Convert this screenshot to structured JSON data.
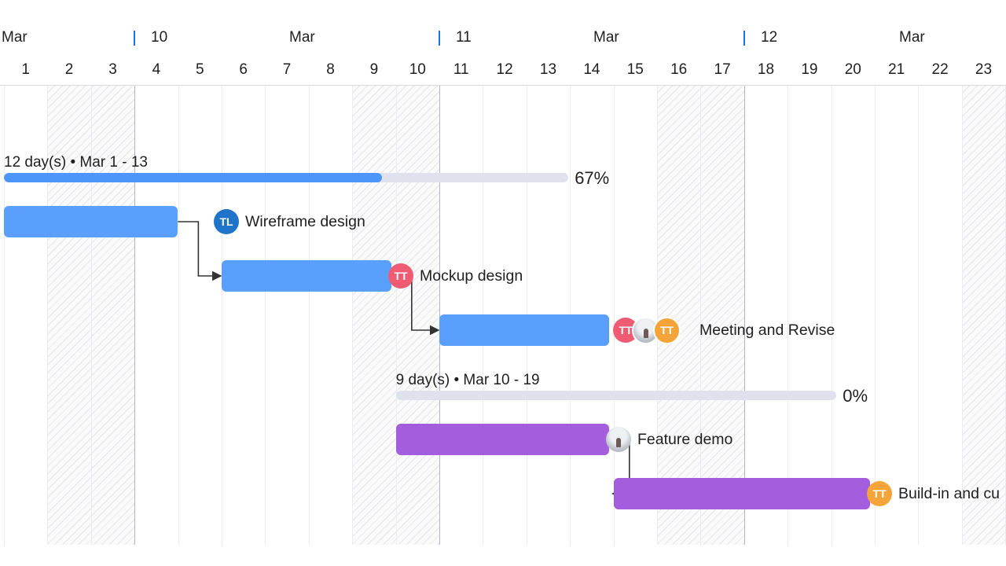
{
  "header": {
    "weeks": [
      {
        "month": "Mar",
        "week": ""
      },
      {
        "month": "Mar",
        "week": "10"
      },
      {
        "month": "Mar",
        "week": "11"
      },
      {
        "month": "Mar",
        "week": "12"
      }
    ],
    "days": [
      "1",
      "2",
      "3",
      "4",
      "5",
      "6",
      "7",
      "8",
      "9",
      "10",
      "11",
      "12",
      "13",
      "14",
      "15",
      "16",
      "17",
      "18",
      "19",
      "20",
      "21",
      "22",
      "23"
    ]
  },
  "summaries": [
    {
      "meta": "12 day(s) • Mar 1 - 13",
      "percent_label": "67%",
      "progress": 0.67
    },
    {
      "meta": "9 day(s) • Mar 10 - 19",
      "percent_label": "0%",
      "progress": 0
    }
  ],
  "tasks": [
    {
      "name": "Wireframe design",
      "color": "#5a9ffb",
      "assignees": [
        {
          "initials": "TL",
          "color": "#1f73c8",
          "kind": "initials"
        }
      ]
    },
    {
      "name": "Mockup design",
      "color": "#5a9ffb",
      "assignees": [
        {
          "initials": "TT",
          "color": "#ee5b72",
          "kind": "initials"
        }
      ]
    },
    {
      "name": "Meeting and Revise",
      "color": "#5a9ffb",
      "assignees": [
        {
          "initials": "TT",
          "color": "#ee5b72",
          "kind": "initials"
        },
        {
          "initials": "",
          "color": "#c7cdd2",
          "kind": "photo"
        },
        {
          "initials": "TT",
          "color": "#f5a43a",
          "kind": "initials"
        }
      ]
    },
    {
      "name": "Feature demo",
      "color": "#a35ddd",
      "assignees": [
        {
          "initials": "",
          "color": "#c7cdd2",
          "kind": "photo"
        }
      ]
    },
    {
      "name": "Build-in and cu",
      "color": "#a35ddd",
      "assignees": [
        {
          "initials": "TT",
          "color": "#f5a43a",
          "kind": "initials"
        }
      ]
    }
  ],
  "colors": {
    "accent": "#1a73e8",
    "week_divider": "#b6b6c0",
    "progress": "#4b96f8",
    "track": "#dfe1ec"
  }
}
